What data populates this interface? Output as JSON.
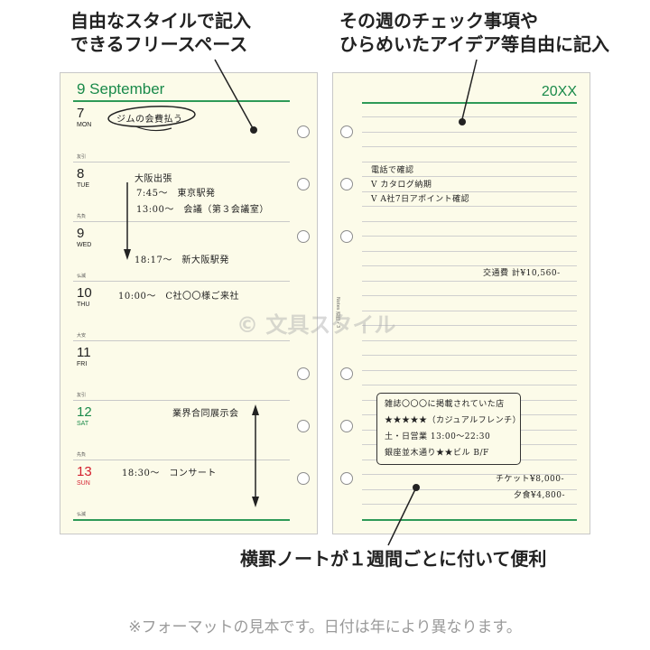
{
  "callouts": {
    "left_line1": "自由なスタイルで記入",
    "left_line2": "できるフリースペース",
    "right_line1": "その週のチェック事項や",
    "right_line2": "ひらめいたアイデア等自由に記入",
    "bottom": "横罫ノートが１週間ごとに付いて便利"
  },
  "footnote": "※フォーマットの見本です。日付は年により異なります。",
  "watermark": "© 文具スタイル",
  "left_page": {
    "month": "9 September",
    "days": [
      {
        "num": "7",
        "name": "MON",
        "rokuyo": "友引",
        "type": "weekday"
      },
      {
        "num": "8",
        "name": "TUE",
        "rokuyo": "先負",
        "type": "weekday"
      },
      {
        "num": "9",
        "name": "WED",
        "rokuyo": "仏滅",
        "type": "weekday"
      },
      {
        "num": "10",
        "name": "THU",
        "rokuyo": "大安",
        "type": "weekday"
      },
      {
        "num": "11",
        "name": "FRI",
        "rokuyo": "友引",
        "type": "weekday"
      },
      {
        "num": "12",
        "name": "SAT",
        "rokuyo": "先負",
        "type": "sat"
      },
      {
        "num": "13",
        "name": "SUN",
        "rokuyo": "仏滅",
        "type": "sun"
      }
    ],
    "notes": {
      "gym": "ジムの会費払う",
      "osaka_trip": "大阪出張",
      "depart_time": "7:45〜　東京駅発",
      "meeting": "13:00〜　会議（第３会議室）",
      "arrive": "18:17〜　新大阪駅発",
      "visit": "10:00〜　C社〇〇様ご来社",
      "expo": "業界合同展示会",
      "concert": "18:30〜　コンサート"
    }
  },
  "right_page": {
    "year": "20XX",
    "side_label": "Notes 週間・3",
    "notes": {
      "call": "電話で確認",
      "check1": "V カタログ納期",
      "check2": "V A社7日アポイント確認",
      "transport": "交通費 計¥10,560-"
    },
    "memo": {
      "line1": "雑誌〇〇〇に掲載されていた店",
      "line2": "★★★★★（カジュアルフレンチ）",
      "line3": "土・日営業 13:00〜22:30",
      "line4": "銀座並木通り★★ビル B/F"
    },
    "expenses": {
      "ticket": "チケット¥8,000-",
      "dinner": "夕食¥4,800-"
    }
  }
}
